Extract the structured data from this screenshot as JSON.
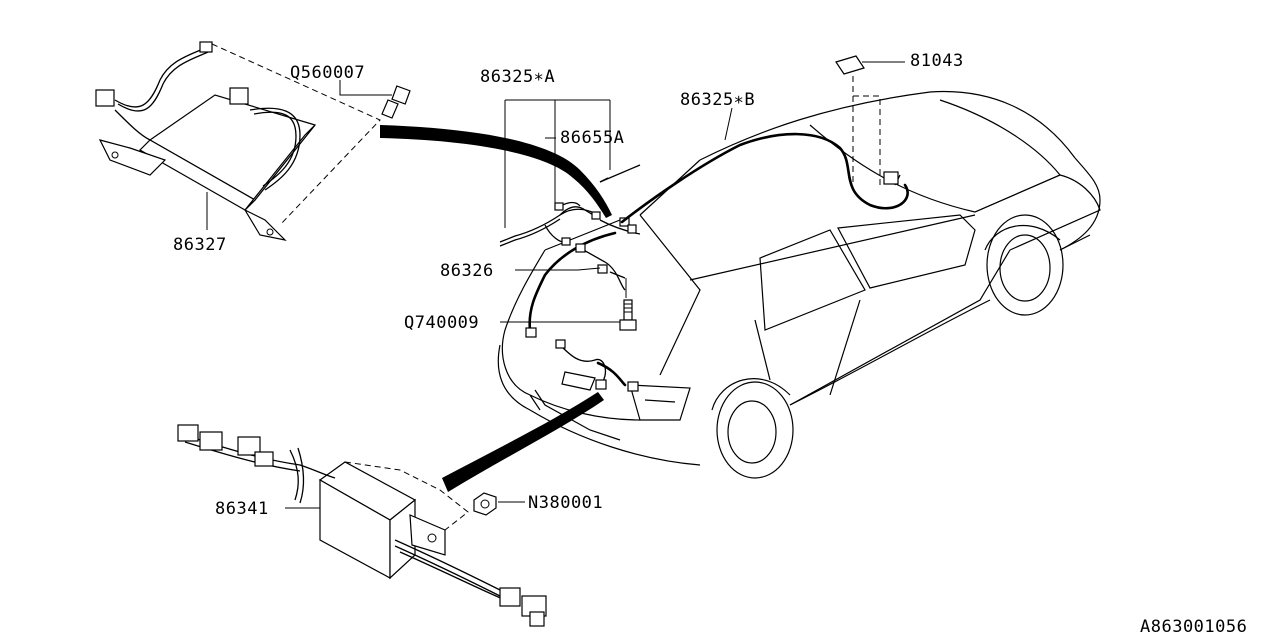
{
  "parts": {
    "p86327": "86327",
    "q560007": "Q560007",
    "p86325a": "86325∗A",
    "p86655a": "86655A",
    "p86325b": "86325∗B",
    "p81043": "81043",
    "p86326": "86326",
    "q740009": "Q740009",
    "p86341": "86341",
    "n380001": "N380001"
  },
  "diagram_code": "A863001056"
}
